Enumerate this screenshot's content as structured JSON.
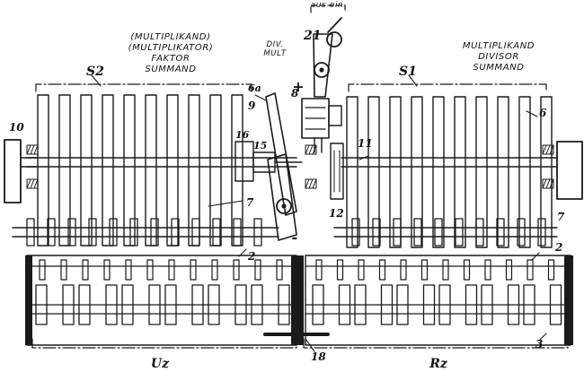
{
  "labels": {
    "top_left_1": "(MULTIPLIKAND)",
    "top_left_2": "(MULTIPLIKATOR)",
    "top_left_3": "FAKTOR",
    "top_left_4": "SUMMAND",
    "top_right_1": "MULTIPLIKAND",
    "top_right_2": "DIVISOR",
    "top_right_3": "SUMMAND",
    "div_1": "DIV.",
    "div_2": "MULT",
    "plus": "+",
    "minus": "-",
    "aus_ein": "aus ein",
    "bottom_left": "Uz",
    "bottom_right": "Rz"
  },
  "parts": {
    "s2": "S2",
    "s1": "S1",
    "p21": "21",
    "p6a": "6a",
    "p9": "9",
    "p8": "8",
    "p10": "10",
    "p16": "16",
    "p15": "15",
    "p11": "11",
    "p6": "6",
    "p7_left": "7",
    "p7_right": "7",
    "p12": "12",
    "p2_left": "2",
    "p2_right": "2",
    "p3": "3",
    "p18": "18"
  }
}
